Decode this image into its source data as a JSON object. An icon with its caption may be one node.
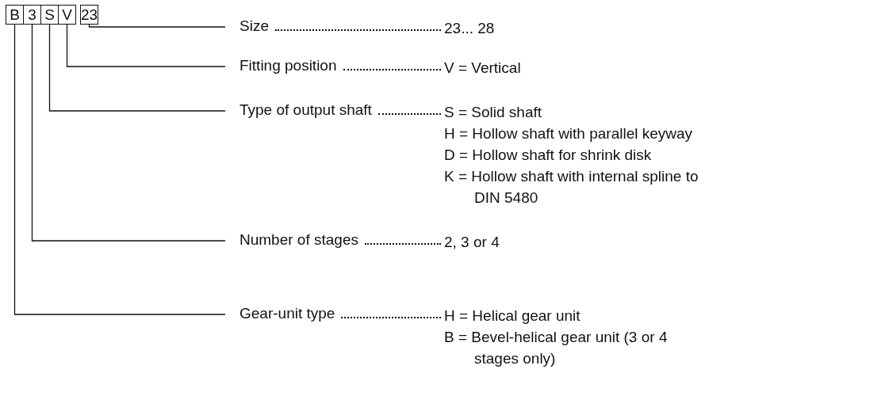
{
  "diagram": {
    "nodes": [
      {
        "text": [
          "B"
        ]
      },
      {
        "text": [
          "3"
        ]
      },
      {
        "text": [
          "S"
        ]
      },
      {
        "text": [
          "V"
        ]
      },
      {
        "text": [
          "23"
        ]
      },
      {
        "text": [
          "Size",
          "23... 28"
        ]
      },
      {
        "text": [
          "Fitting position",
          "V = Vertical"
        ]
      },
      {
        "text": [
          "Type of output shaft",
          "S = Solid shaft",
          "H = Hollow shaft with parallel keyway",
          "D = Hollow shaft for shrink disk",
          "K = Hollow shaft with internal spline to DIN 5480"
        ]
      },
      {
        "text": [
          "Number of stages",
          "2, 3 or 4"
        ]
      },
      {
        "text": [
          "Gear-unit type",
          "H = Helical gear unit",
          "B = Bevel-helical gear unit (3 or 4 stages only)"
        ]
      }
    ],
    "edges": [
      {
        "from": 5,
        "to": 4,
        "arrow": "none"
      },
      {
        "from": 6,
        "to": 3,
        "arrow": "none"
      },
      {
        "from": 7,
        "to": 2,
        "arrow": "none"
      },
      {
        "from": 8,
        "to": 1,
        "arrow": "none"
      },
      {
        "from": 9,
        "to": 0,
        "arrow": "none"
      }
    ]
  }
}
